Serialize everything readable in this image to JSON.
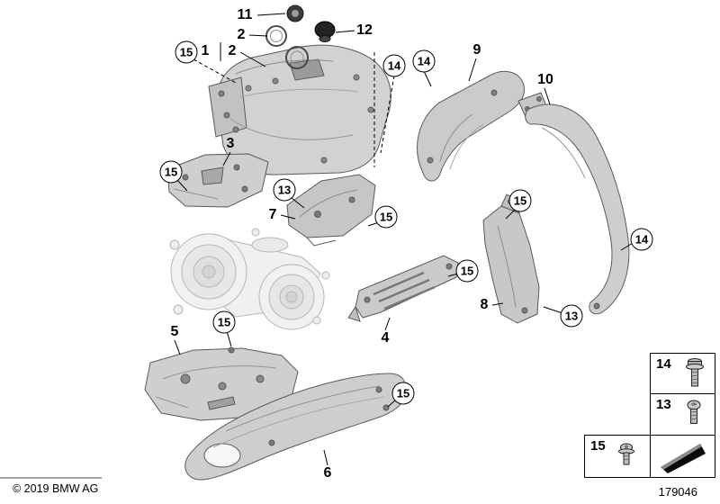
{
  "meta": {
    "copyright": "© 2019 BMW AG",
    "diagram_number": "179046"
  },
  "callouts": [
    {
      "label": "11",
      "style": "plain"
    },
    {
      "label": "2",
      "style": "plain"
    },
    {
      "label": "12",
      "style": "plain"
    },
    {
      "label": "1",
      "style": "plain"
    },
    {
      "label": "2",
      "style": "plain"
    },
    {
      "label": "15",
      "style": "circled"
    },
    {
      "label": "14",
      "style": "circled"
    },
    {
      "label": "14",
      "style": "circled"
    },
    {
      "label": "9",
      "style": "plain"
    },
    {
      "label": "10",
      "style": "plain"
    },
    {
      "label": "3",
      "style": "plain"
    },
    {
      "label": "15",
      "style": "circled"
    },
    {
      "label": "13",
      "style": "circled"
    },
    {
      "label": "7",
      "style": "plain"
    },
    {
      "label": "15",
      "style": "circled"
    },
    {
      "label": "15",
      "style": "circled"
    },
    {
      "label": "14",
      "style": "circled"
    },
    {
      "label": "15",
      "style": "circled"
    },
    {
      "label": "8",
      "style": "plain"
    },
    {
      "label": "13",
      "style": "circled"
    },
    {
      "label": "4",
      "style": "plain"
    },
    {
      "label": "15",
      "style": "circled"
    },
    {
      "label": "5",
      "style": "plain"
    },
    {
      "label": "15",
      "style": "circled"
    },
    {
      "label": "6",
      "style": "plain"
    }
  ],
  "legend": {
    "rows": [
      {
        "label": "14",
        "icon": "flange-bolt-icon"
      },
      {
        "label": "13",
        "icon": "pan-head-screw-icon"
      },
      {
        "label": "15",
        "icon": "flange-screw-icon"
      }
    ],
    "direction_symbol_icon": "wedge-icon"
  },
  "colors": {
    "background": "#ffffff",
    "line_art": "#5a5a5a",
    "text": "#000000"
  }
}
